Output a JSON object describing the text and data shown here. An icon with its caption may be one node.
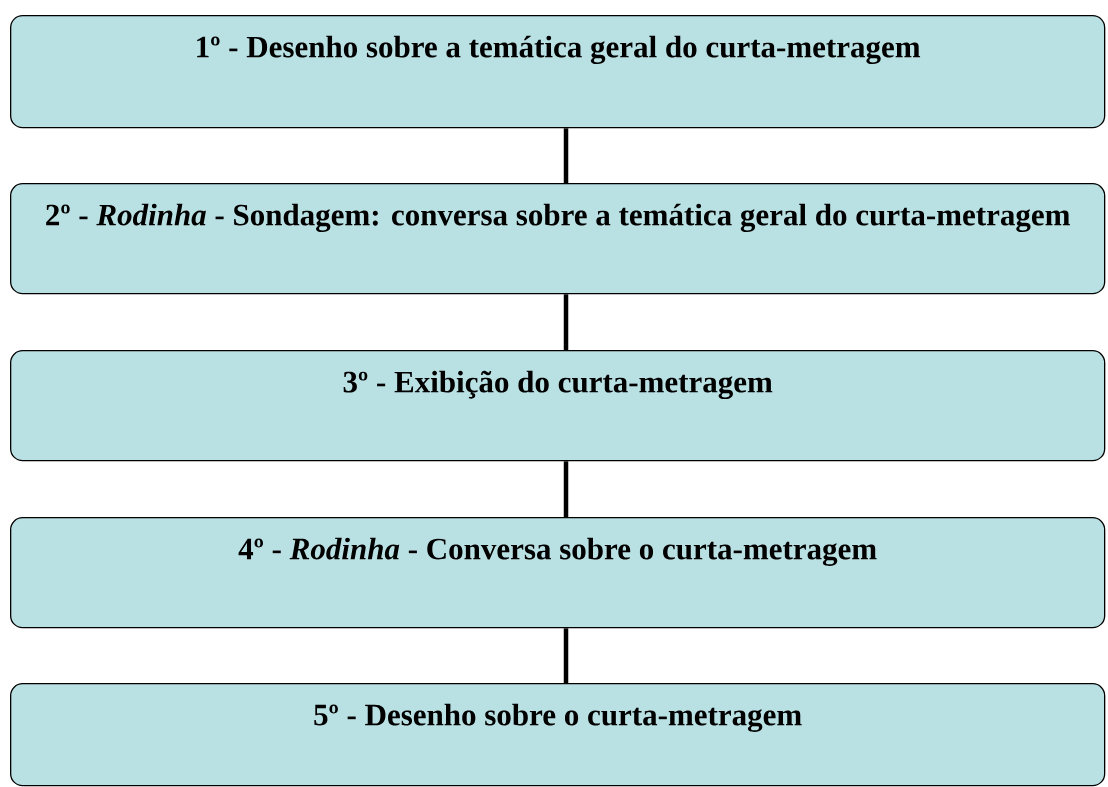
{
  "diagram": {
    "nodes": [
      {
        "text": [
          "1º - Desenho sobre a temática geral do curta-metragem"
        ]
      },
      {
        "text": [
          "2º - *Rodinha* - Sondagem: conversa sobre a temática geral do curta-metragem"
        ]
      },
      {
        "text": [
          "3º - Exibição do curta-metragem"
        ]
      },
      {
        "text": [
          "4º - *Rodinha* - Conversa sobre o curta-metragem"
        ]
      },
      {
        "text": [
          "5º - Desenho sobre o curta-metragem"
        ]
      }
    ],
    "edges": [
      {
        "from": 0,
        "to": 1,
        "arrow": "none"
      },
      {
        "from": 1,
        "to": 2,
        "arrow": "none"
      },
      {
        "from": 2,
        "to": 3,
        "arrow": "none"
      },
      {
        "from": 3,
        "to": 4,
        "arrow": "none"
      }
    ]
  }
}
